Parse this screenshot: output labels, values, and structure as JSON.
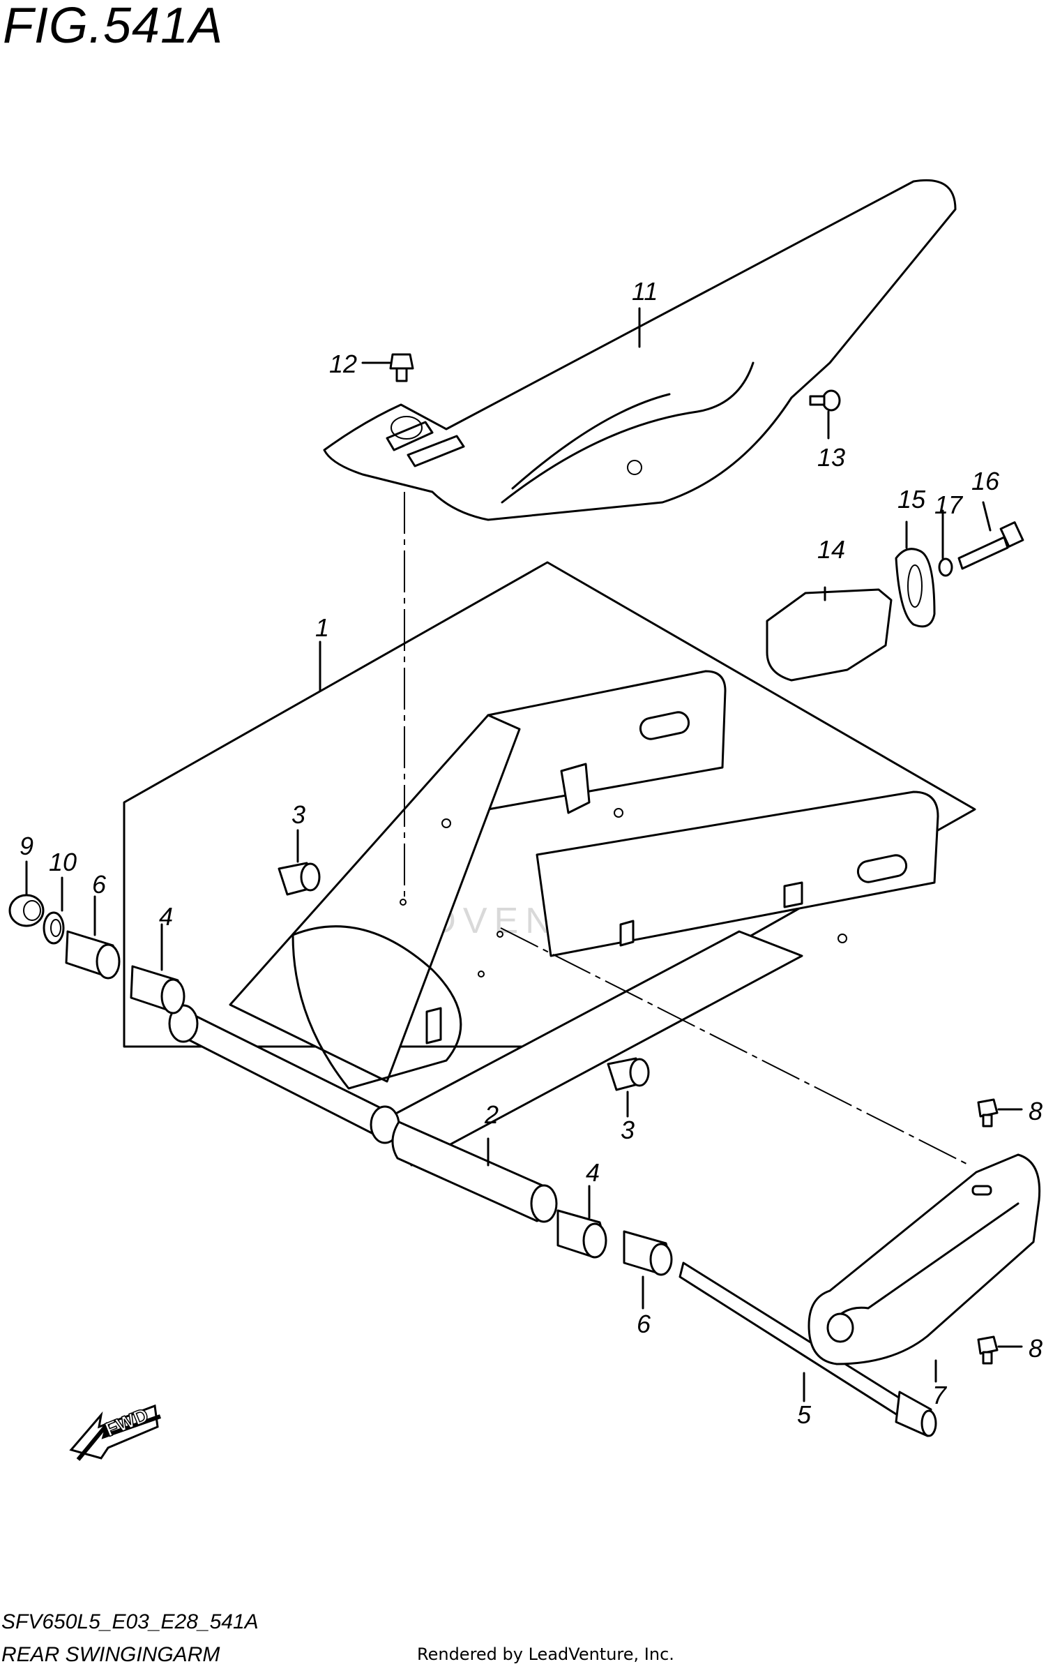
{
  "figure": {
    "title": "FIG.541A",
    "model_code": "SFV650L5_E03_E28_541A",
    "caption": "REAR SWINGINGARM",
    "rendered_by": "Rendered by LeadVenture, Inc.",
    "watermark": "LEADVENTURE",
    "fwd_label": "FWD"
  },
  "callouts": [
    {
      "id": "c1",
      "label": "1",
      "part": "swingarm"
    },
    {
      "id": "c2",
      "label": "2",
      "part": "pivot-pipe"
    },
    {
      "id": "c3a",
      "label": "3",
      "part": "bushing-upper"
    },
    {
      "id": "c3b",
      "label": "3",
      "part": "bushing-lower"
    },
    {
      "id": "c4a",
      "label": "4",
      "part": "bearing-left"
    },
    {
      "id": "c4b",
      "label": "4",
      "part": "bearing-right"
    },
    {
      "id": "c5",
      "label": "5",
      "part": "pivot-shaft"
    },
    {
      "id": "c6a",
      "label": "6",
      "part": "spacer-left"
    },
    {
      "id": "c6b",
      "label": "6",
      "part": "spacer-right"
    },
    {
      "id": "c7",
      "label": "7",
      "part": "chain-buffer"
    },
    {
      "id": "c8a",
      "label": "8",
      "part": "bolt-upper"
    },
    {
      "id": "c8b",
      "label": "8",
      "part": "bolt-lower"
    },
    {
      "id": "c9",
      "label": "9",
      "part": "nut"
    },
    {
      "id": "c10",
      "label": "10",
      "part": "washer"
    },
    {
      "id": "c11",
      "label": "11",
      "part": "chain-case"
    },
    {
      "id": "c12",
      "label": "12",
      "part": "bolt-case"
    },
    {
      "id": "c13",
      "label": "13",
      "part": "screw-case"
    },
    {
      "id": "c14",
      "label": "14",
      "part": "chain-adjuster"
    },
    {
      "id": "c15",
      "label": "15",
      "part": "adjuster-plate"
    },
    {
      "id": "c16",
      "label": "16",
      "part": "adjuster-bolt"
    },
    {
      "id": "c17",
      "label": "17",
      "part": "adjuster-nut"
    }
  ]
}
